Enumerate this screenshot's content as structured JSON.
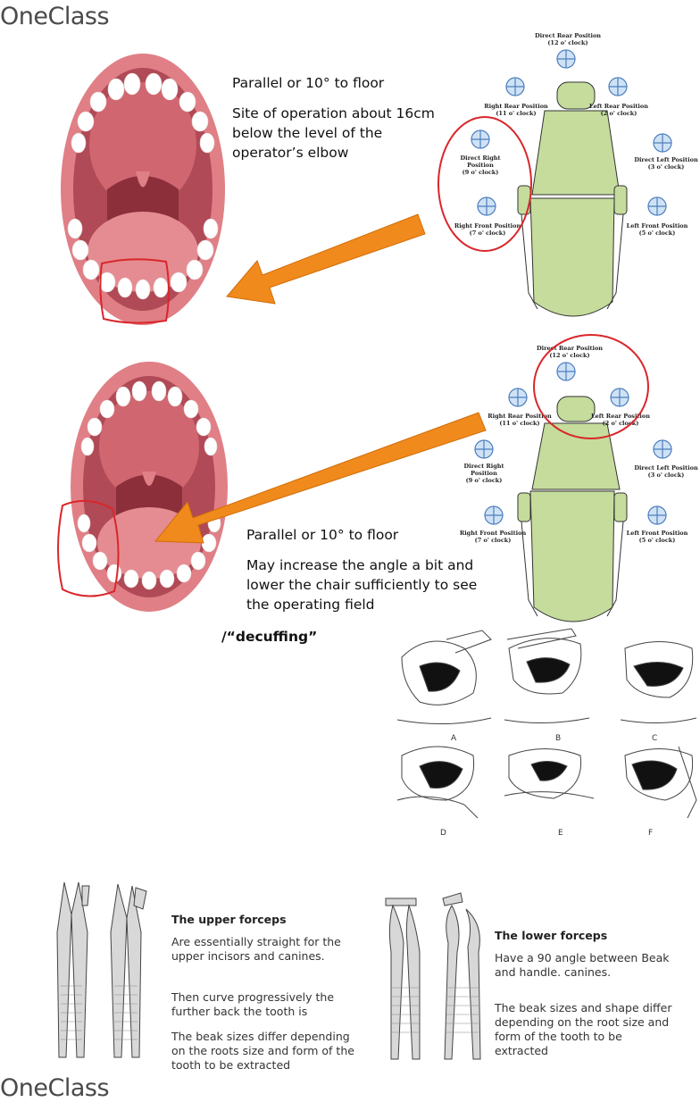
{
  "brand": {
    "logo_top": "OneClass",
    "logo_bottom": "OneClass"
  },
  "section1": {
    "line1": "Parallel or 10° to floor",
    "line2": "Site of operation about 16cm",
    "line3": "below the level of the",
    "line4": "operator’s elbow"
  },
  "section2": {
    "line1": "Parallel or 10° to floor",
    "line2": "May increase the angle a bit and",
    "line3": "lower the chair sufficiently to see",
    "line4": "the operating field",
    "line5": "/“decuffing”"
  },
  "positions": {
    "direct_rear": "Direct Rear Position",
    "direct_rear_time": "(12 o' clock)",
    "right_rear": "Right Rear Position",
    "right_rear_time": "(11 o' clock)",
    "left_rear": "Left Rear Position",
    "left_rear_time": "(2 o' clock)",
    "direct_right": "Direct Right Position",
    "direct_right_time": "(9 o' clock)",
    "direct_left": "Direct Left Position",
    "direct_left_time": "(3 o' clock)",
    "right_front": "Right Front Position",
    "right_front_time": "(7 o' clock)",
    "left_front": "Left Front Position",
    "left_front_time": "(5 o' clock)"
  },
  "figure_letters": [
    "A",
    "B",
    "C",
    "D",
    "E",
    "F"
  ],
  "upper_forceps": {
    "title": "The upper forceps",
    "p1a": "Are essentially straight for the",
    "p1b": "upper incisors and canines.",
    "p2a": "Then curve progressively the",
    "p2b": "further back the tooth is",
    "p3a": "The beak sizes differ depending",
    "p3b": "on the roots size and form of the",
    "p3c": "tooth to be extracted"
  },
  "lower_forceps": {
    "title": "The lower forceps",
    "p1a": "Have a 90 angle between Beak",
    "p1b": "and handle. canines.",
    "p2a": "The beak sizes  and shape differ",
    "p2b": "depending on the root size and",
    "p2c": "form of the tooth to be",
    "p2d": "extracted"
  },
  "colors": {
    "chair": "#c5dc9c",
    "circle": "#d9262b",
    "arrow": "#f08a1c",
    "lips": "#e07f86",
    "mouth": "#a3404a",
    "icon": "#6fa3d8"
  }
}
